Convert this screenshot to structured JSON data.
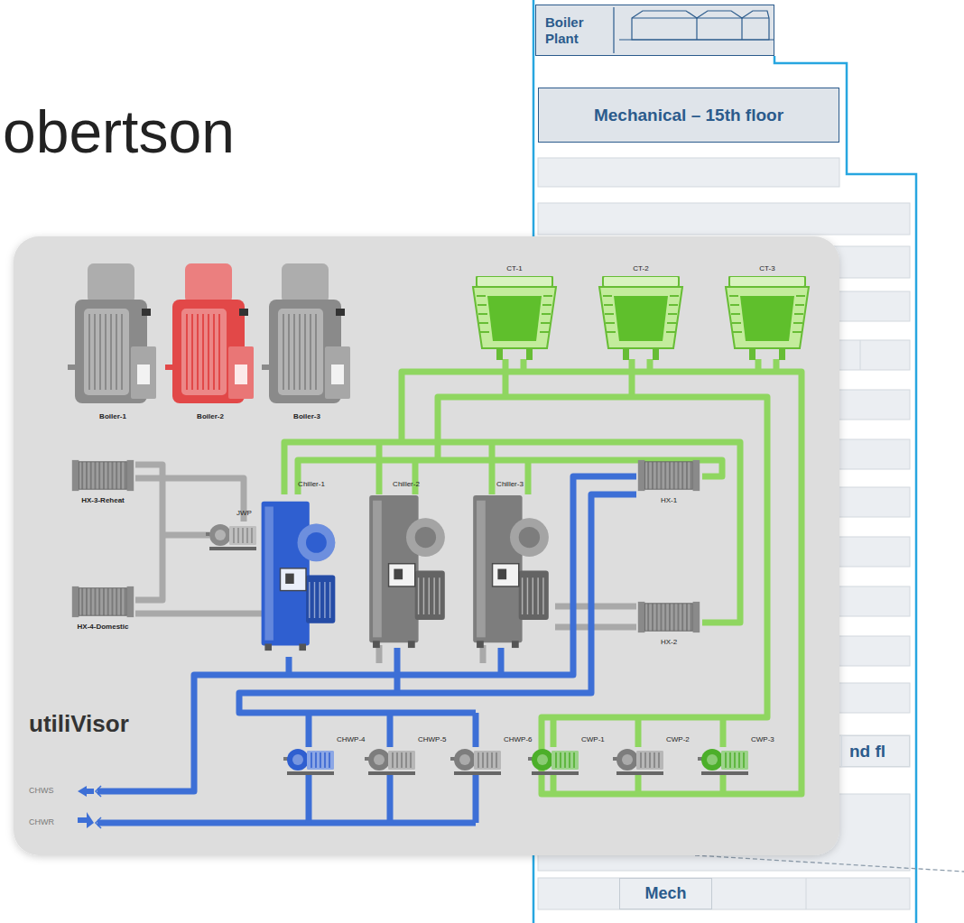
{
  "diagram": {
    "title": "obertson",
    "nodes": [
      {
        "text": [
          "Boiler Plant"
        ]
      },
      {
        "text": [
          "Mechanical – 15th floor"
        ]
      },
      {
        "text": [
          "nd fl"
        ]
      },
      {
        "text": [
          "Mech"
        ]
      }
    ],
    "labels": [
      "Boiler-1",
      "Boiler-2",
      "Boiler-3",
      "CT-1",
      "CT-2",
      "CT-3",
      "Chiller-1",
      "Chiller-2",
      "Chiller-3",
      "HX-3-Reheat",
      "JWP",
      "HX-4-Domestic",
      "HX-1",
      "HX-2",
      "utiliVisor",
      "CHWP-4",
      "CHWP-5",
      "CHWP-6",
      "CWP-1",
      "CWP-2",
      "CWP-3",
      "CHWS",
      "CHWR"
    ]
  }
}
